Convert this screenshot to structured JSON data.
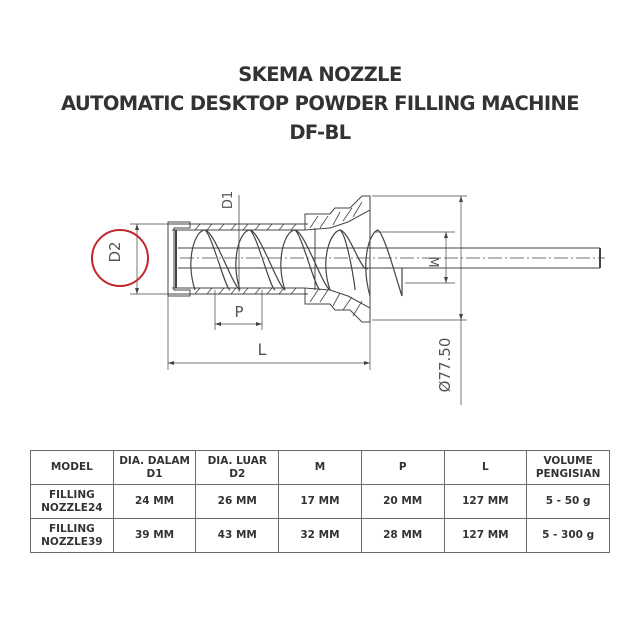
{
  "title": {
    "line1": "SKEMA NOZZLE",
    "line2": "AUTOMATIC DESKTOP POWDER FILLING MACHINE",
    "line3": "DF-BL"
  },
  "drawing": {
    "labels": {
      "d1": "D1",
      "d2": "D2",
      "p": "P",
      "l": "L",
      "m": "M",
      "outer_diameter": "Ø77.50"
    },
    "highlight_color": "#c0272d",
    "line_color": "#444444"
  },
  "table": {
    "headers": [
      {
        "line1": "MODEL",
        "line2": ""
      },
      {
        "line1": "DIA. DALAM",
        "line2": "D1"
      },
      {
        "line1": "DIA. LUAR",
        "line2": "D2"
      },
      {
        "line1": "M",
        "line2": ""
      },
      {
        "line1": "P",
        "line2": ""
      },
      {
        "line1": "L",
        "line2": ""
      },
      {
        "line1": "VOLUME",
        "line2": "PENGISIAN"
      }
    ],
    "rows": [
      {
        "model_line1": "FILLING",
        "model_line2": "NOZZLE24",
        "d1": "24 MM",
        "d2": "26 MM",
        "m": "17 MM",
        "p": "20 MM",
        "l": "127 MM",
        "volume": "5 - 50 g"
      },
      {
        "model_line1": "FILLING",
        "model_line2": "NOZZLE39",
        "d1": "39 MM",
        "d2": "43 MM",
        "m": "32 MM",
        "p": "28 MM",
        "l": "127 MM",
        "volume": "5 - 300 g"
      }
    ]
  }
}
